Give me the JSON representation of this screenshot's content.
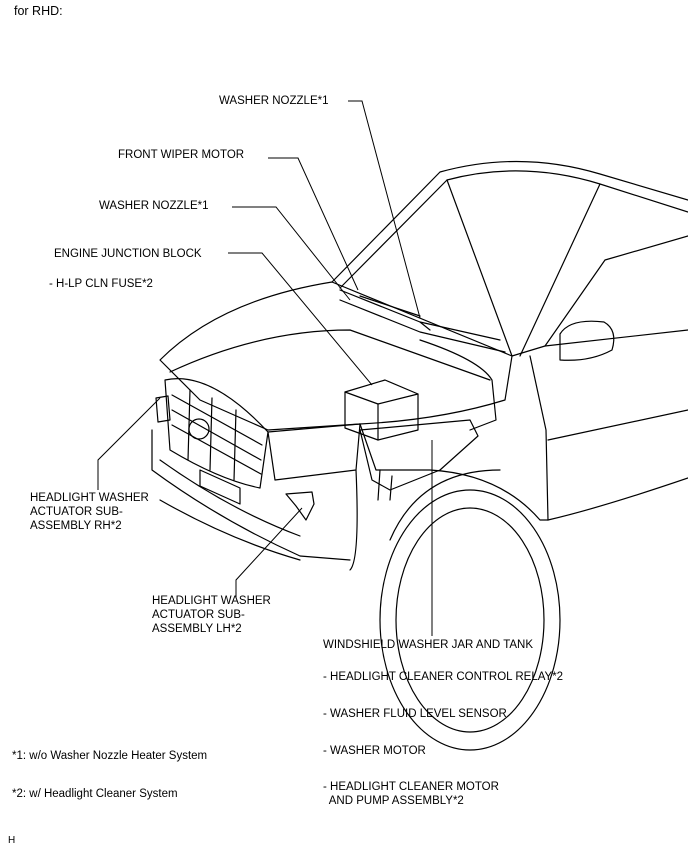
{
  "heading": "for RHD:",
  "labels": {
    "washer_nozzle_top": "WASHER NOZZLE*1",
    "front_wiper_motor": "FRONT WIPER MOTOR",
    "washer_nozzle_2": "WASHER NOZZLE*1",
    "engine_junction_block": "ENGINE JUNCTION BLOCK",
    "hlp_cln_fuse": "- H-LP CLN FUSE*2",
    "headlight_washer_rh": "HEADLIGHT WASHER\nACTUATOR SUB-\nASSEMBLY RH*2",
    "headlight_washer_lh": "HEADLIGHT WASHER\nACTUATOR SUB-\nASSEMBLY LH*2",
    "windshield_washer_jar": "WINDSHIELD WASHER JAR AND TANK",
    "headlight_cleaner_relay": "- HEADLIGHT CLEANER CONTROL RELAY*2",
    "washer_fluid_sensor": "- WASHER FLUID LEVEL SENSOR",
    "washer_motor": "- WASHER MOTOR",
    "headlight_cleaner_motor": "- HEADLIGHT CLEANER MOTOR\n  AND PUMP ASSEMBLY*2"
  },
  "footnotes": {
    "note1": "*1: w/o Washer Nozzle Heater System",
    "note2": "*2: w/ Headlight Cleaner System"
  },
  "corner_code": "H"
}
